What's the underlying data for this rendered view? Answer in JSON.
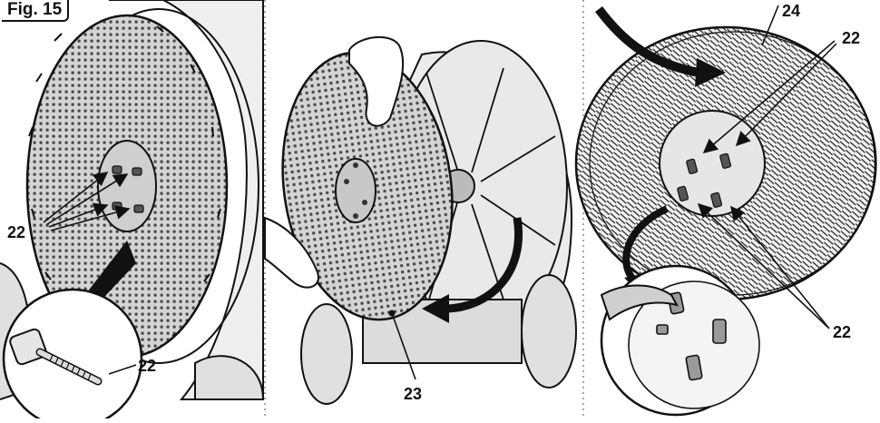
{
  "figure": {
    "label": "Fig. 15"
  },
  "callouts": {
    "panel1_bolts": "22",
    "panel1_bolt_detail": "22",
    "panel2_pad_holder": "23",
    "panel3_brush": "24",
    "panel3_bolts_top": "22",
    "panel3_bolts_bottom": "22"
  },
  "colors": {
    "line": "#111111",
    "disc_fill": "#d9d9d9",
    "hub_fill": "#c8c8c8",
    "divider": "#888888"
  }
}
